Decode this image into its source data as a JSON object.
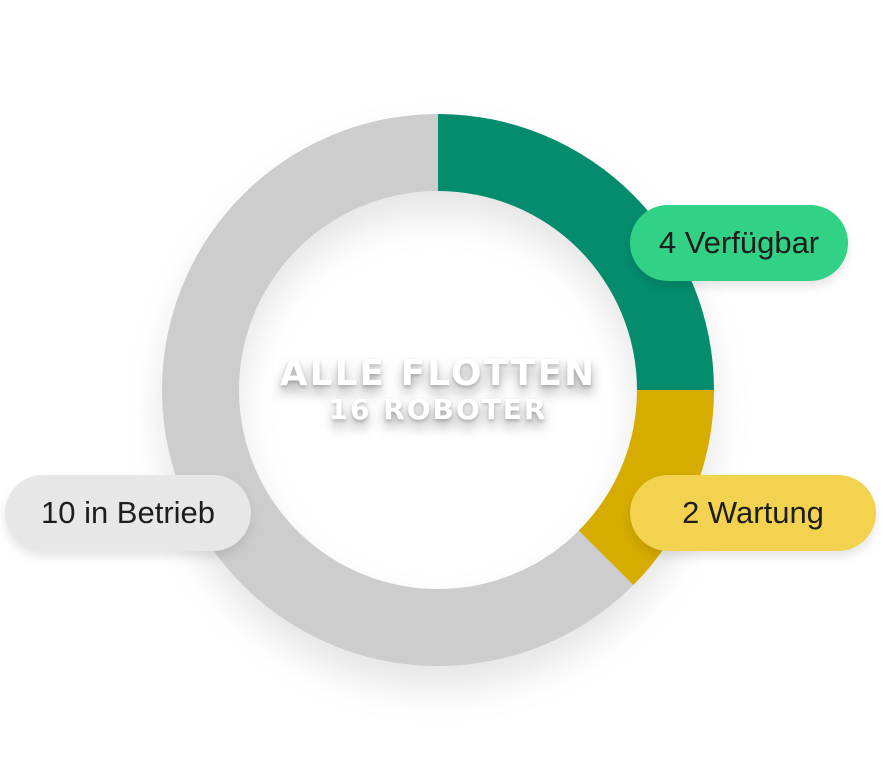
{
  "chart_data": {
    "type": "pie",
    "style": "donut",
    "center": {
      "line1": "Alle Flotten",
      "line2": "16 Roboter"
    },
    "slices": [
      {
        "key": "available",
        "label": "4 Verfügbar",
        "value": 4,
        "color": "#058c6d",
        "pill_color": "#31d186"
      },
      {
        "key": "maintenance",
        "label": "2 Wartung",
        "value": 2,
        "color": "#d6ac00",
        "pill_color": "#f2d24e"
      },
      {
        "key": "inuse",
        "label": "10 in Betrieb",
        "value": 10,
        "color": "#cdcdcd",
        "pill_color": "#e7e7e7"
      }
    ],
    "total": 16
  }
}
